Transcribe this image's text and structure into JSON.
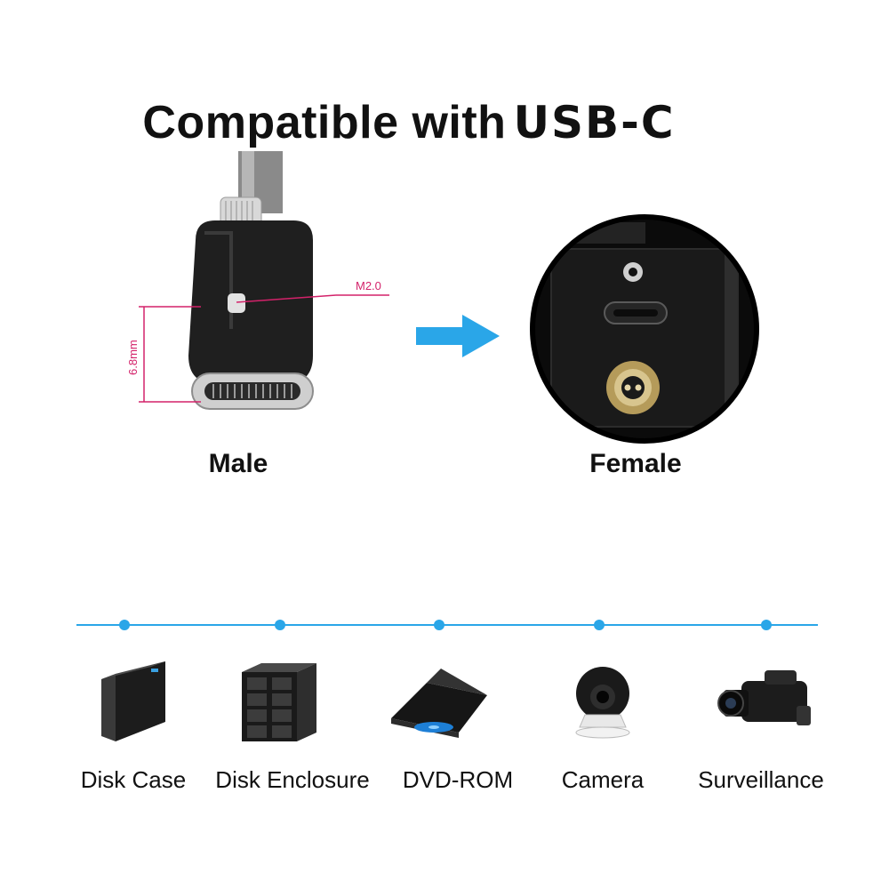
{
  "headline": {
    "prefix": "Compatible with",
    "brand": "USB-C"
  },
  "male": {
    "label": "Male",
    "screw_dimension": "M2.0",
    "height_dimension": "6.8mm"
  },
  "female": {
    "label": "Female"
  },
  "colors": {
    "accent": "#2aa6e8",
    "dimension_line": "#d3226a",
    "text": "#111111"
  },
  "devices": [
    {
      "label": "Disk Case",
      "icon": "disk-case-icon"
    },
    {
      "label": "Disk Enclosure",
      "icon": "disk-enclosure-icon"
    },
    {
      "label": "DVD-ROM",
      "icon": "dvd-rom-icon"
    },
    {
      "label": "Camera",
      "icon": "camera-icon"
    },
    {
      "label": "Surveillance",
      "icon": "camcorder-icon"
    }
  ]
}
